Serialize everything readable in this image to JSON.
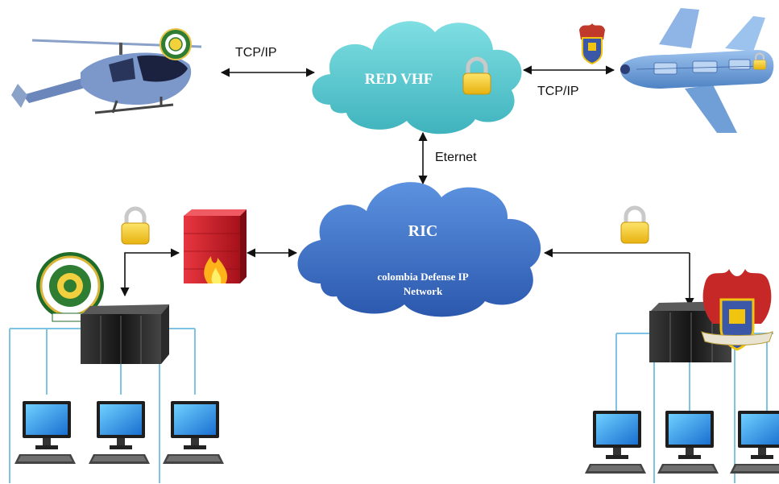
{
  "clouds": {
    "vhf": {
      "title": "RED VHF",
      "color": "#5cc8cf"
    },
    "ric": {
      "title": "RIC",
      "subtitle_line1": "colombia Defense IP",
      "subtitle_line2": "Network",
      "color": "#3f74c9"
    }
  },
  "links": {
    "helicopter_label": "TCP/IP",
    "aircraft_label": "TCP/IP",
    "backbone_label": "Eternet"
  },
  "colors": {
    "wire": "#7fc3e3",
    "arrow": "#111111",
    "lock": "#f2c62a",
    "firewall": "#d21f2a",
    "aircraft": "#6f9fd6"
  }
}
